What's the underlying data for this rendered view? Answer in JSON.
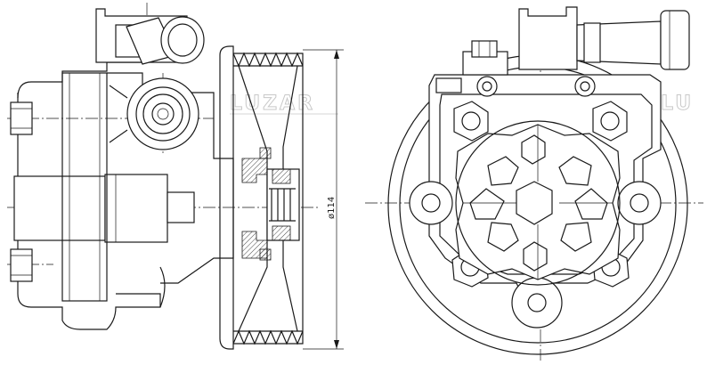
{
  "drawing": {
    "dimension_label": "ø114",
    "watermark": "LUZAR",
    "watermark_right": "LU"
  }
}
